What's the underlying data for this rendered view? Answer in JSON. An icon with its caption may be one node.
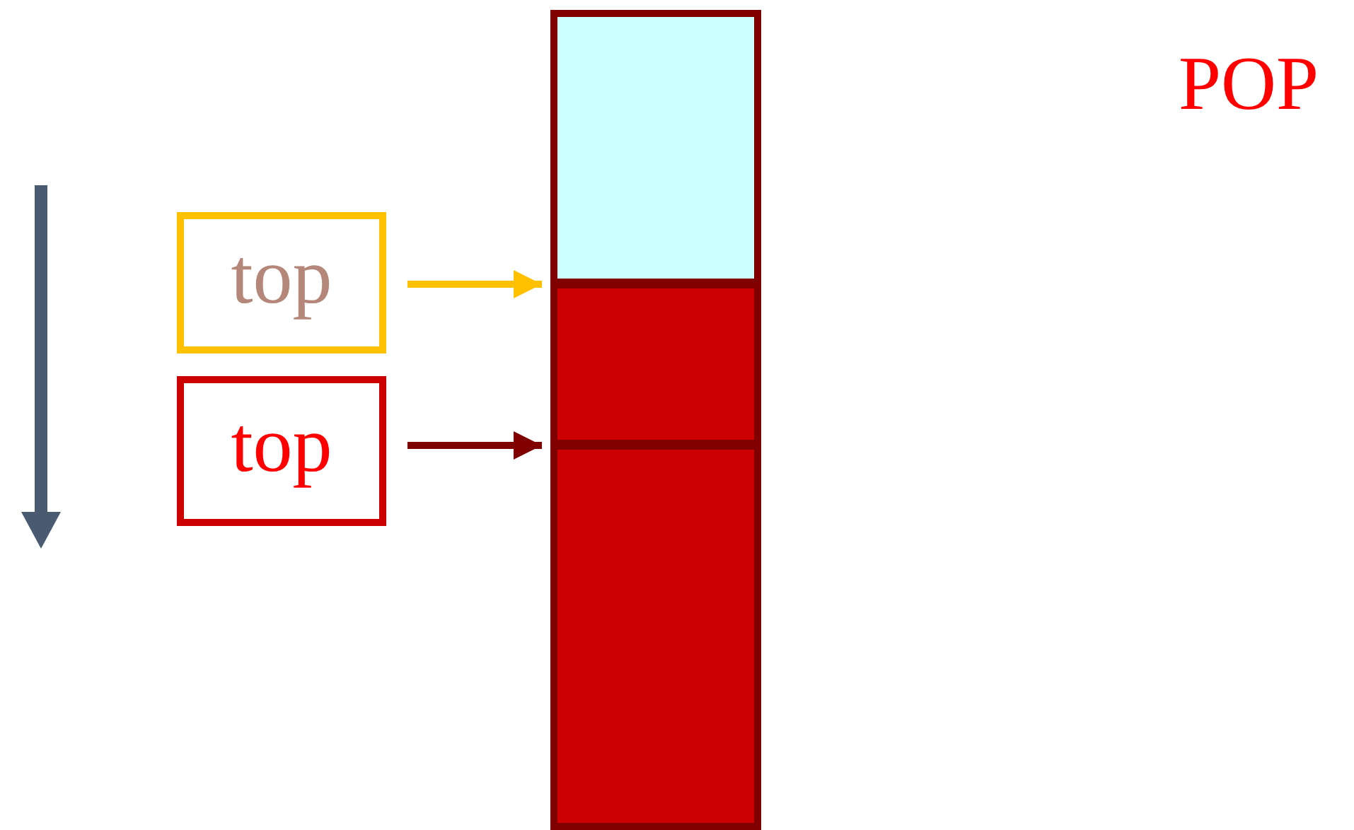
{
  "diagram": {
    "nodes": [
      {
        "text": [
          "top"
        ]
      },
      {
        "text": [
          "top"
        ]
      },
      {
        "text": [],
        "shape": "box"
      },
      {
        "text": [],
        "shape": "box"
      },
      {
        "text": [],
        "shape": "box"
      }
    ],
    "edges": [
      {
        "from": 0,
        "to": 3,
        "arrow": "to",
        "color": "#ffc000"
      },
      {
        "from": 1,
        "to": 4,
        "arrow": "to",
        "color": "#800000"
      }
    ],
    "labels": [
      "POP"
    ]
  }
}
